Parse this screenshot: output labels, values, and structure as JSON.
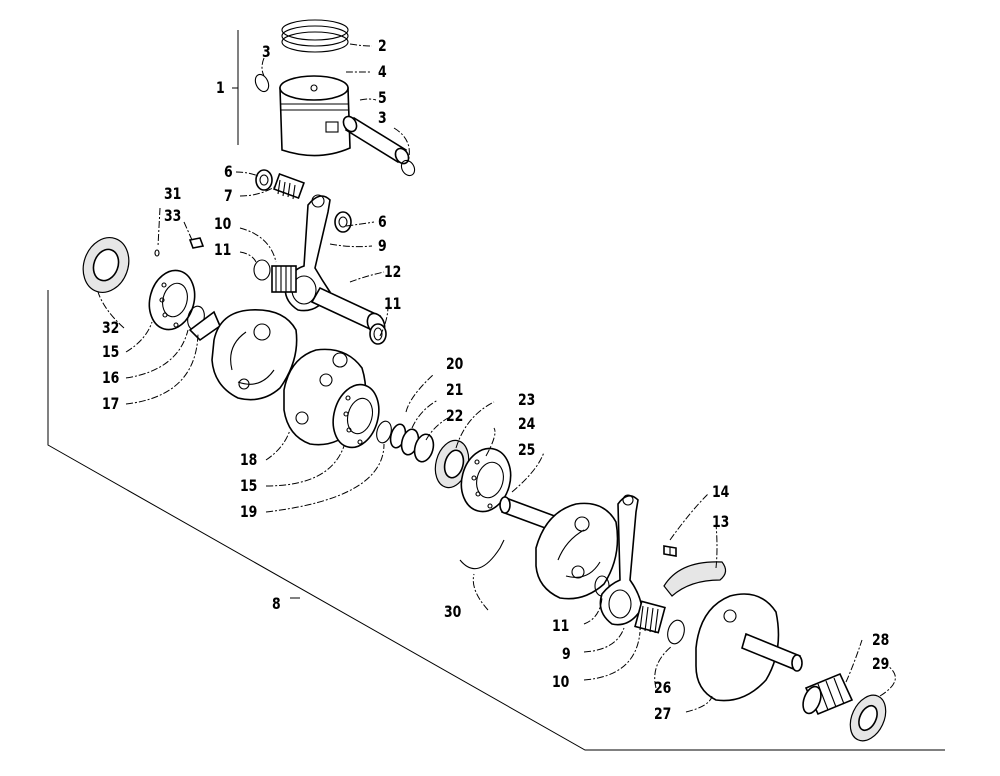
{
  "callouts": [
    {
      "id": "c1",
      "text": "1"
    },
    {
      "id": "c2",
      "text": "2"
    },
    {
      "id": "c3a",
      "text": "3"
    },
    {
      "id": "c4",
      "text": "4"
    },
    {
      "id": "c5",
      "text": "5"
    },
    {
      "id": "c3b",
      "text": "3"
    },
    {
      "id": "c6a",
      "text": "6"
    },
    {
      "id": "c7",
      "text": "7"
    },
    {
      "id": "c6b",
      "text": "6"
    },
    {
      "id": "c31",
      "text": "31"
    },
    {
      "id": "c33",
      "text": "33"
    },
    {
      "id": "c10a",
      "text": "10"
    },
    {
      "id": "c11a",
      "text": "11"
    },
    {
      "id": "c9a",
      "text": "9"
    },
    {
      "id": "c12",
      "text": "12"
    },
    {
      "id": "c11b",
      "text": "11"
    },
    {
      "id": "c32",
      "text": "32"
    },
    {
      "id": "c15a",
      "text": "15"
    },
    {
      "id": "c16",
      "text": "16"
    },
    {
      "id": "c17",
      "text": "17"
    },
    {
      "id": "c20",
      "text": "20"
    },
    {
      "id": "c21",
      "text": "21"
    },
    {
      "id": "c22",
      "text": "22"
    },
    {
      "id": "c23",
      "text": "23"
    },
    {
      "id": "c24",
      "text": "24"
    },
    {
      "id": "c25",
      "text": "25"
    },
    {
      "id": "c18",
      "text": "18"
    },
    {
      "id": "c15b",
      "text": "15"
    },
    {
      "id": "c19",
      "text": "19"
    },
    {
      "id": "c14",
      "text": "14"
    },
    {
      "id": "c13",
      "text": "13"
    },
    {
      "id": "c8",
      "text": "8"
    },
    {
      "id": "c30",
      "text": "30"
    },
    {
      "id": "c11c",
      "text": "11"
    },
    {
      "id": "c9b",
      "text": "9"
    },
    {
      "id": "c10b",
      "text": "10"
    },
    {
      "id": "c26",
      "text": "26"
    },
    {
      "id": "c27",
      "text": "27"
    },
    {
      "id": "c28",
      "text": "28"
    },
    {
      "id": "c29",
      "text": "29"
    }
  ]
}
